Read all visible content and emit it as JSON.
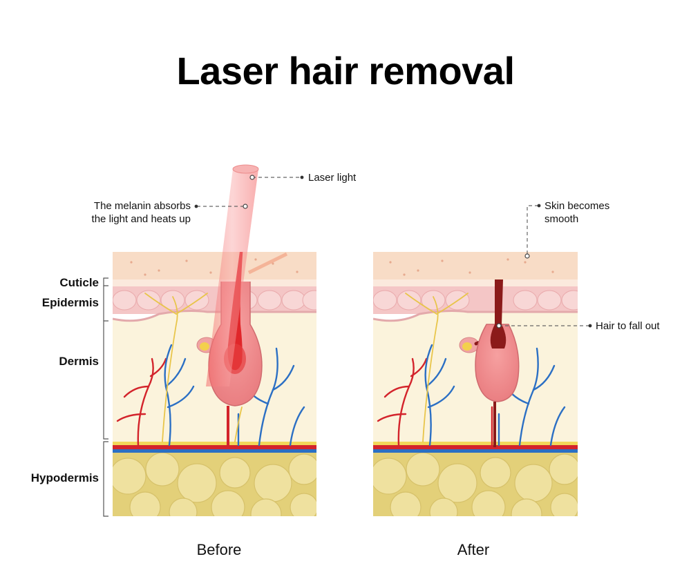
{
  "title": "Laser hair removal",
  "layers": {
    "cuticle": "Cuticle",
    "epidermis": "Epidermis",
    "dermis": "Dermis",
    "hypodermis": "Hypodermis"
  },
  "callouts": {
    "laser_light": "Laser light",
    "melanin_line1": "The melanin absorbs",
    "melanin_line2": "the light and heats up",
    "skin_smooth_line1": "Skin becomes",
    "skin_smooth_line2": "smooth",
    "hair_fall": "Hair to fall out"
  },
  "captions": {
    "before": "Before",
    "after": "After"
  },
  "colors": {
    "laser": "#f47a7a",
    "hair_before": "#e0262a",
    "hair_after": "#8b1a1a",
    "skin_top": "#f7dcc8",
    "epidermis": "#f4c9c9",
    "dermis": "#fbf3dc",
    "fat": "#e9d98a",
    "artery": "#d3232b",
    "vein": "#2b6fc4",
    "nerve": "#e8c54a"
  }
}
